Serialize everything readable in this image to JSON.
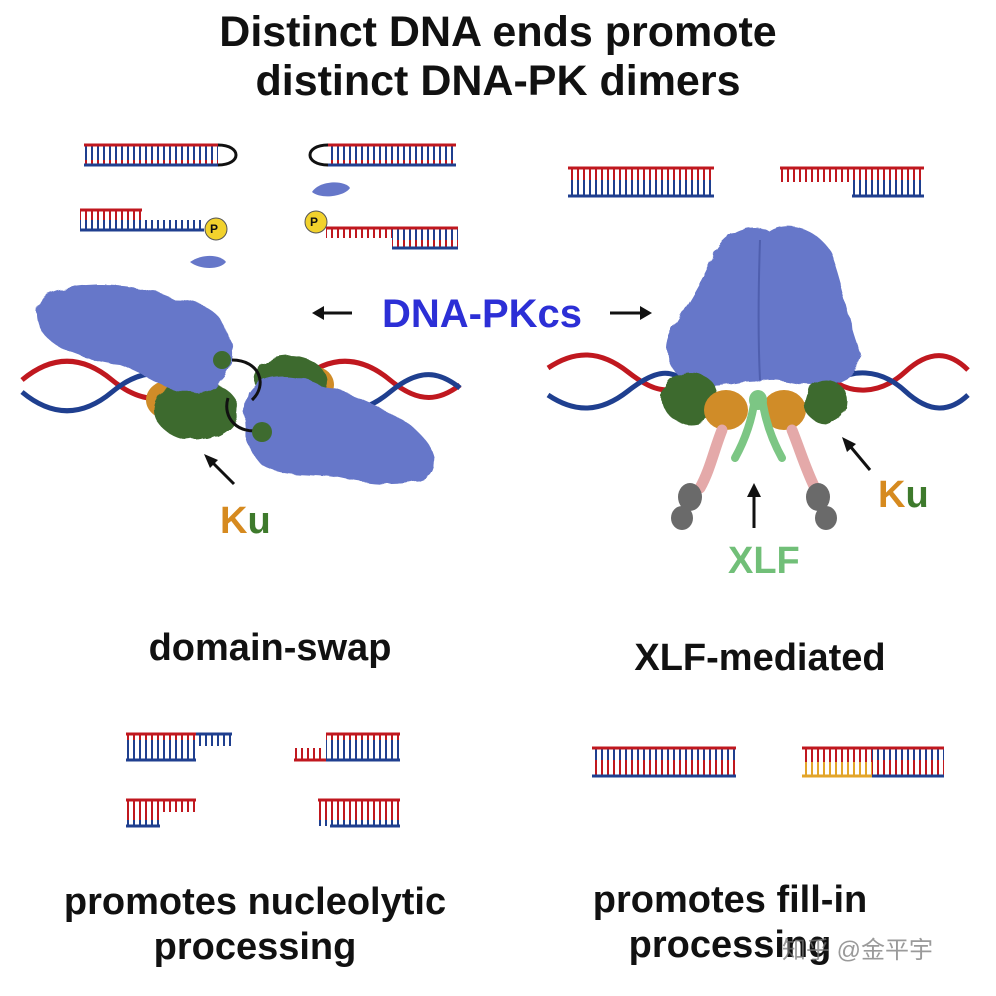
{
  "title": {
    "line1": "Distinct DNA ends promote",
    "line2": "distinct DNA-PK dimers"
  },
  "labels": {
    "dnapkcs": "DNA-PKcs",
    "ku_left": "Ku",
    "ku_right": "Ku",
    "xlf": "XLF",
    "phosphate": "P"
  },
  "left_panel": {
    "mode": "domain-swap",
    "outcome_line1": "promotes nucleolytic",
    "outcome_line2": "processing"
  },
  "right_panel": {
    "mode": "XLF-mediated",
    "outcome_line1": "promotes fill-in",
    "outcome_line2": "processing"
  },
  "watermark": "知乎 @金平宇",
  "colors": {
    "dna_top_strand": "#c0181f",
    "dna_bottom_strand": "#1f3f8f",
    "dnapkcs": "#6677c9",
    "ku_dark": "#3e6b2f",
    "ku_orange": "#d08c28",
    "xlf": "#7cc684",
    "xlf_pink": "#e4a9a9",
    "fill_in": "#e3a52a",
    "dnapkcs_text": "#2c2fd6",
    "ku_text_orange": "#d68a1f",
    "ku_text_green": "#3e7a2c",
    "xlf_text": "#71bf78"
  }
}
